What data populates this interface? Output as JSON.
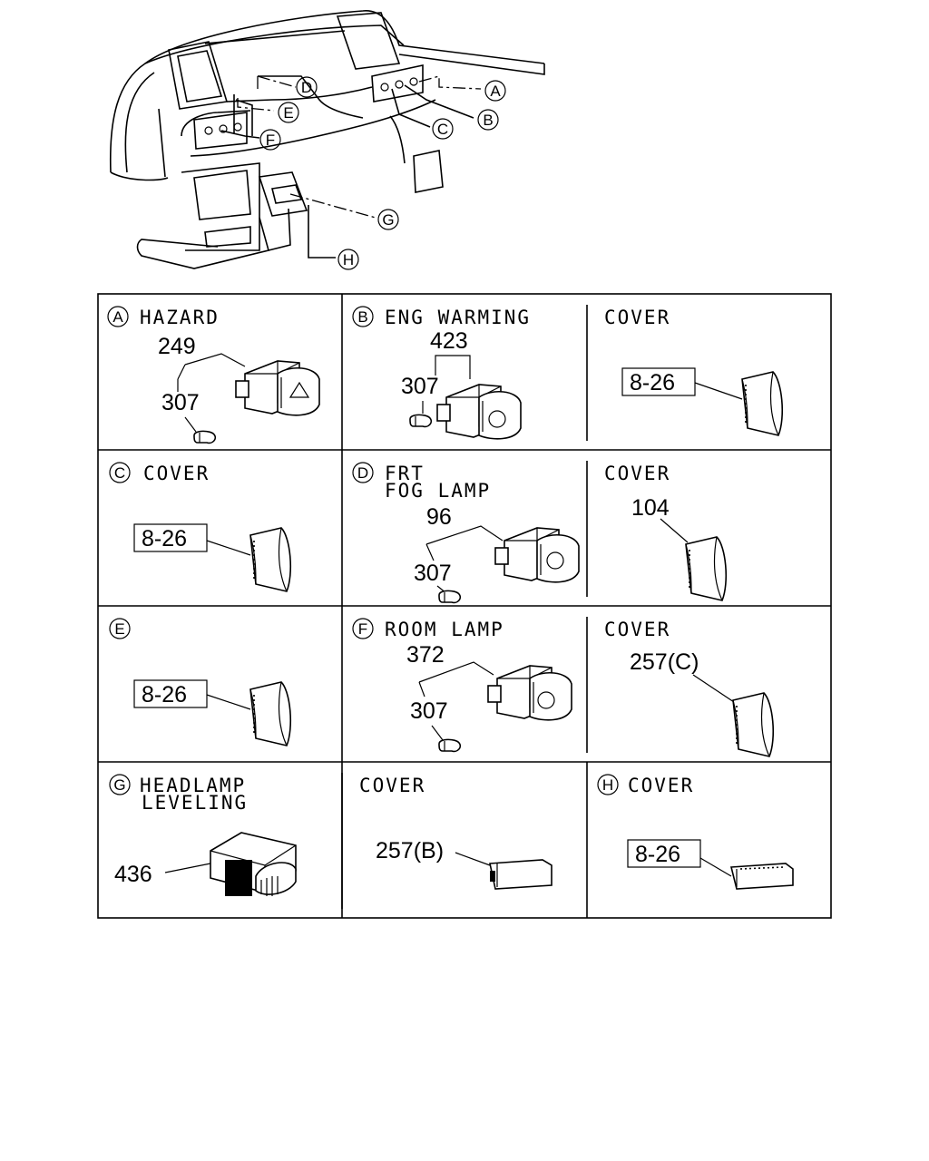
{
  "callouts": [
    "A",
    "B",
    "C",
    "D",
    "E",
    "F",
    "G",
    "H"
  ],
  "cells": [
    {
      "callout": "A",
      "title": "HAZARD",
      "parts": [
        "249",
        "307"
      ]
    },
    {
      "callout": "B",
      "title": "ENG WARMING",
      "parts": [
        "423",
        "307"
      ]
    },
    {
      "callout": "",
      "title": "COVER",
      "ref": "8-26"
    },
    {
      "callout": "C",
      "title": "COVER",
      "ref": "8-26"
    },
    {
      "callout": "D",
      "title": "FRT",
      "title2": "FOG LAMP",
      "parts": [
        "96",
        "307"
      ]
    },
    {
      "callout": "",
      "title": "COVER",
      "parts": [
        "104"
      ]
    },
    {
      "callout": "E",
      "title": "",
      "ref": "8-26"
    },
    {
      "callout": "F",
      "title": "ROOM LAMP",
      "parts": [
        "372",
        "307"
      ]
    },
    {
      "callout": "",
      "title": "COVER",
      "parts": [
        "257(C)"
      ]
    },
    {
      "callout": "G",
      "title": "HEADLAMP",
      "title2": "LEVELING",
      "parts": [
        "436"
      ]
    },
    {
      "callout": "",
      "title": "COVER",
      "parts": [
        "257(B)"
      ]
    },
    {
      "callout": "H",
      "title": "COVER",
      "ref": "8-26"
    }
  ]
}
